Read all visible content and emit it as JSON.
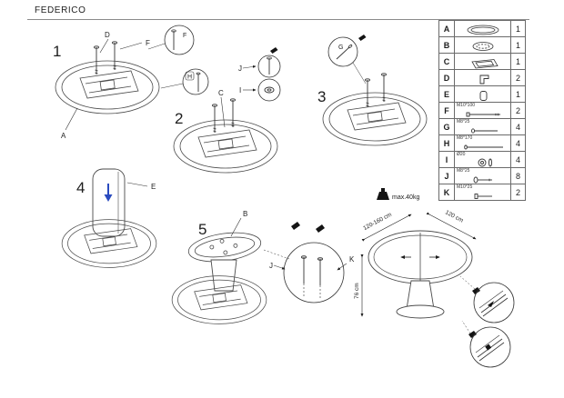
{
  "title": "FEDERICO",
  "steps": {
    "s1": "1",
    "s2": "2",
    "s3": "3",
    "s4": "4",
    "s5": "5"
  },
  "labels": {
    "A": "A",
    "B": "B",
    "C": "C",
    "D": "D",
    "E": "E",
    "F": "F",
    "G": "G",
    "H": "H",
    "I": "I",
    "J": "J",
    "K": "K"
  },
  "annotations": {
    "max_weight": "max.40kg",
    "dim_length": "120-160 cm",
    "dim_width": "120 cm",
    "dim_height": "76 cm"
  },
  "parts": {
    "rows": [
      {
        "id": "A",
        "icon": "table-top-icon",
        "size": "",
        "qty": "1"
      },
      {
        "id": "B",
        "icon": "mount-plate-icon",
        "size": "",
        "qty": "1"
      },
      {
        "id": "C",
        "icon": "extension-frame-icon",
        "size": "",
        "qty": "1"
      },
      {
        "id": "D",
        "icon": "bracket-icon",
        "size": "",
        "qty": "2"
      },
      {
        "id": "E",
        "icon": "column-panel-icon",
        "size": "",
        "qty": "1"
      },
      {
        "id": "F",
        "icon": "long-bolt-icon",
        "size": "M10*100",
        "qty": "2"
      },
      {
        "id": "G",
        "icon": "bolt-icon",
        "size": "M8*25",
        "qty": "4"
      },
      {
        "id": "H",
        "icon": "long-rod-icon",
        "size": "M8*170",
        "qty": "4"
      },
      {
        "id": "I",
        "icon": "washer-icon",
        "size": "Ø20",
        "qty": "4"
      },
      {
        "id": "J",
        "icon": "screw-icon",
        "size": "M8*25",
        "qty": "8"
      },
      {
        "id": "K",
        "icon": "short-bolt-icon",
        "size": "M10*25",
        "qty": "2"
      }
    ]
  }
}
